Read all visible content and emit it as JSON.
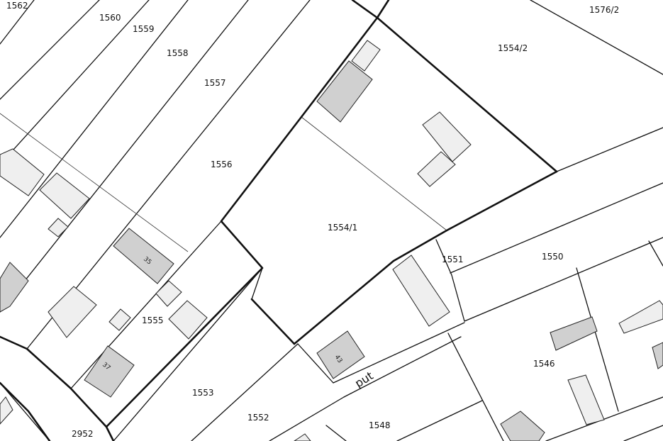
{
  "map": {
    "type": "cadastral-parcel-map",
    "parcels": [
      {
        "id": "p1562",
        "label": "1562"
      },
      {
        "id": "p1560",
        "label": "1560"
      },
      {
        "id": "p1559",
        "label": "1559"
      },
      {
        "id": "p1558",
        "label": "1558"
      },
      {
        "id": "p1557",
        "label": "1557"
      },
      {
        "id": "p1556",
        "label": "1556"
      },
      {
        "id": "p1576-2",
        "label": "1576/2"
      },
      {
        "id": "p1554-2",
        "label": "1554/2"
      },
      {
        "id": "p1554-1",
        "label": "1554/1"
      },
      {
        "id": "p1551",
        "label": "1551"
      },
      {
        "id": "p1550",
        "label": "1550"
      },
      {
        "id": "p1555",
        "label": "1555"
      },
      {
        "id": "p1553",
        "label": "1553"
      },
      {
        "id": "p1552",
        "label": "1552"
      },
      {
        "id": "p1548",
        "label": "1548"
      },
      {
        "id": "p1546",
        "label": "1546"
      },
      {
        "id": "p2952",
        "label": "2952"
      }
    ],
    "house_numbers": [
      {
        "id": "h35",
        "label": "35"
      },
      {
        "id": "h37",
        "label": "37"
      },
      {
        "id": "h43",
        "label": "43"
      }
    ],
    "street": {
      "label": "put"
    },
    "colors": {
      "background": "#ffffff",
      "lines": "#111111",
      "building_dark": "#d0d0d0",
      "building_light": "#efefef"
    }
  }
}
